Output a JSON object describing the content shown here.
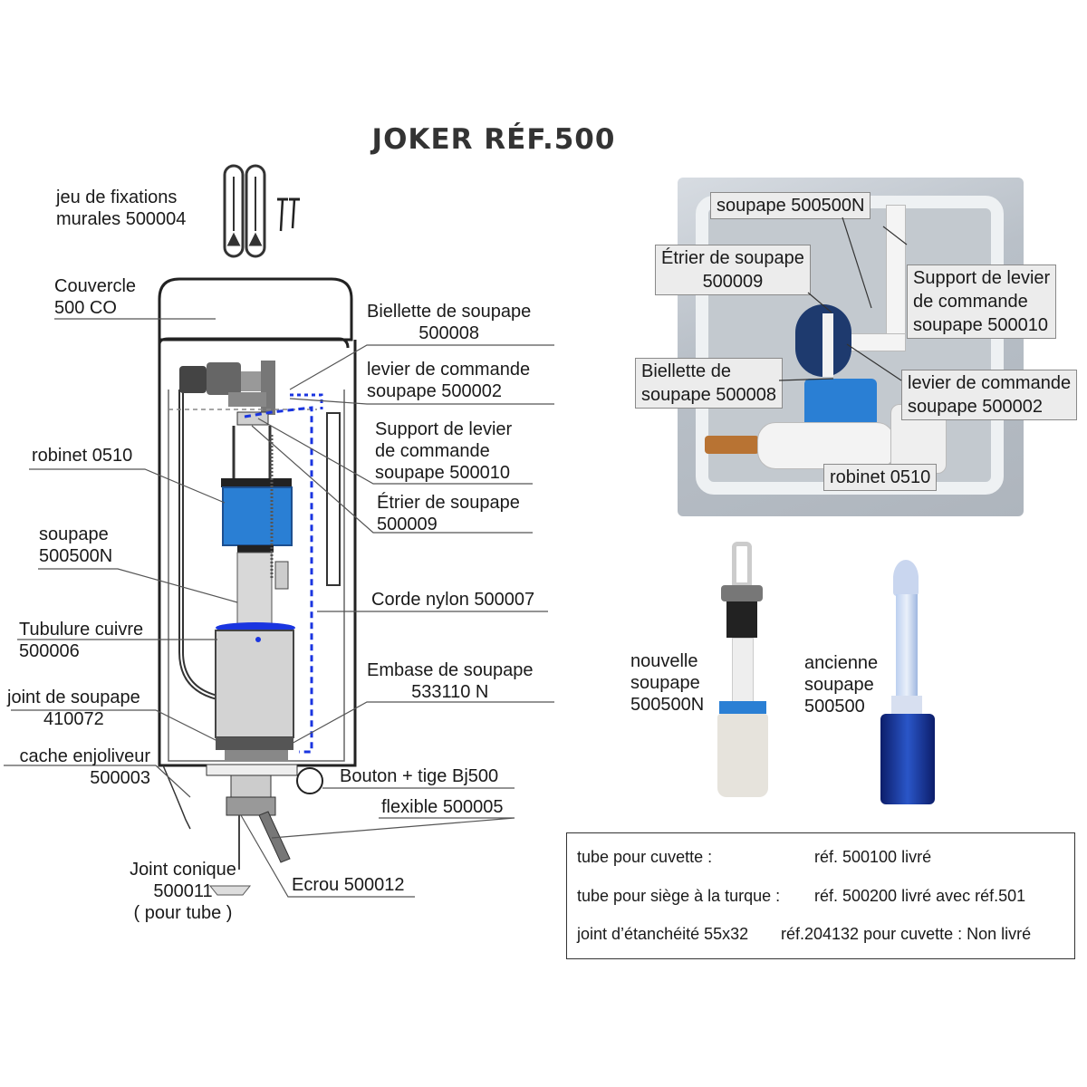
{
  "title": "JOKER  RÉF.500",
  "diagram_labels": {
    "fixations": [
      "jeu de fixations",
      "murales 500004"
    ],
    "couvercle": [
      "Couvercle",
      "500 CO"
    ],
    "biellette": [
      "Biellette de soupape",
      "500008"
    ],
    "levier": [
      "levier de commande",
      "soupape    500002"
    ],
    "support": [
      "Support de levier",
      "de commande",
      "soupape 500010"
    ],
    "etrier": [
      "Étrier de soupape",
      "500009"
    ],
    "robinet": [
      "robinet 0510"
    ],
    "soupape": [
      "soupape",
      "500500N"
    ],
    "corde": [
      "Corde nylon 500007"
    ],
    "tubulure": [
      "Tubulure cuivre",
      "500006"
    ],
    "embase": [
      "Embase de soupape",
      "533110 N"
    ],
    "joint_soupape": [
      "joint de soupape",
      "410072"
    ],
    "cache": [
      "cache enjoliveur",
      "500003"
    ],
    "bouton": [
      "Bouton + tige Bj500"
    ],
    "flexible": [
      "flexible 500005"
    ],
    "joint_conique": [
      "Joint conique",
      "500011",
      "( pour tube )"
    ],
    "ecrou": [
      "Ecrou 500012"
    ]
  },
  "photo_tags": {
    "soupape": [
      "soupape 500500N"
    ],
    "etrier": [
      "Étrier de soupape",
      "500009"
    ],
    "support": [
      "Support de levier",
      "de commande",
      "soupape 500010"
    ],
    "biellette": [
      "Biellette de",
      "soupape 500008"
    ],
    "levier": [
      "levier de commande",
      "soupape   500002"
    ],
    "robinet": [
      "robinet 0510"
    ]
  },
  "valves": {
    "new": [
      "nouvelle",
      "soupape",
      "500500N"
    ],
    "old": [
      "ancienne",
      "soupape",
      "500500"
    ]
  },
  "info_box": [
    {
      "label": "tube pour cuvette :",
      "value": "réf. 500100 livré"
    },
    {
      "label": "tube pour siège à la turque :",
      "value": "réf. 500200 livré avec réf.501"
    },
    {
      "label": "joint d’étanchéité 55x32",
      "value": "réf.204132 pour cuvette : Non livré"
    }
  ],
  "colors": {
    "accent_blue": "#2a7fd4",
    "dashed_blue": "#1a35e0",
    "label_bg": "#ececec",
    "line": "#555555"
  }
}
